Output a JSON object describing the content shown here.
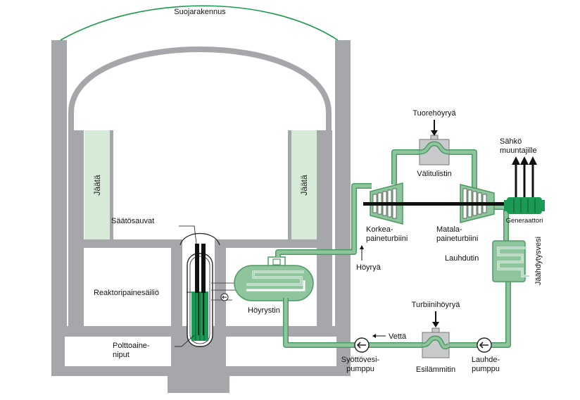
{
  "labels": {
    "containment": "Suojarakennus",
    "ice_left": "Jäätä",
    "ice_right": "Jäätä",
    "control_rods": "Säätösauvat",
    "pressure_vessel": "Reaktoripainesäiliö",
    "fuel_1": "Polttoaine-",
    "fuel_2": "niput",
    "steam_generator": "Höyrystin",
    "steam": "Höyryä",
    "hp_turbine_1": "Korkea-",
    "hp_turbine_2": "paineturbiini",
    "lp_turbine_1": "Matala-",
    "lp_turbine_2": "paineturbiini",
    "fresh_steam": "Tuorehöyryä",
    "reheater": "Välitulistin",
    "electricity_1": "Sähkö",
    "electricity_2": "muuntajille",
    "generator": "Generaattori",
    "condenser": "Lauhdutin",
    "cooling_water": "Jäähdytysvesi",
    "turbine_steam": "Turbiinihöyryä",
    "preheater": "Esilämmitin",
    "water": "Vettä",
    "feed_pump_1": "Syöttövesi-",
    "feed_pump_2": "pumppu",
    "cond_pump_1": "Lauhde-",
    "cond_pump_2": "pumppu"
  },
  "colors": {
    "concrete": "#a5a7aa",
    "pipe": "#8fc59c",
    "pipe_dark": "#4c9a63",
    "ice": "#d5ebd8",
    "fuel": "#1a9a55",
    "generator": "#1a9a55",
    "dome": "#1b9a4e"
  }
}
